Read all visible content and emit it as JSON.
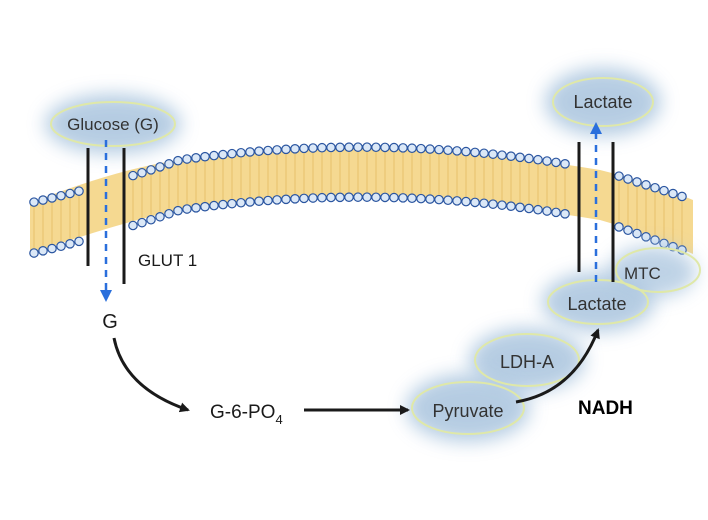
{
  "labels": {
    "glucose_out": "Glucose (G)",
    "glut1": "GLUT 1",
    "g_in": "G",
    "g6p_main": "G-6-PO",
    "g6p_sub": "4",
    "pyruvate": "Pyruvate",
    "ldha": "LDH-A",
    "nadh": "NADH",
    "lactate_in": "Lactate",
    "lactate_out": "Lactate",
    "mtc": "MTC"
  },
  "colors": {
    "bilayer_fill": "#f3d27e",
    "head_fill": "#dbe8f7",
    "head_stroke": "#2a55a0",
    "arrow_dark": "#1a1a1a",
    "transport_arrow": "#2a6fdc",
    "halo": "#a9c4de",
    "halo_ring": "#dfe8a8",
    "text": "#333333"
  }
}
